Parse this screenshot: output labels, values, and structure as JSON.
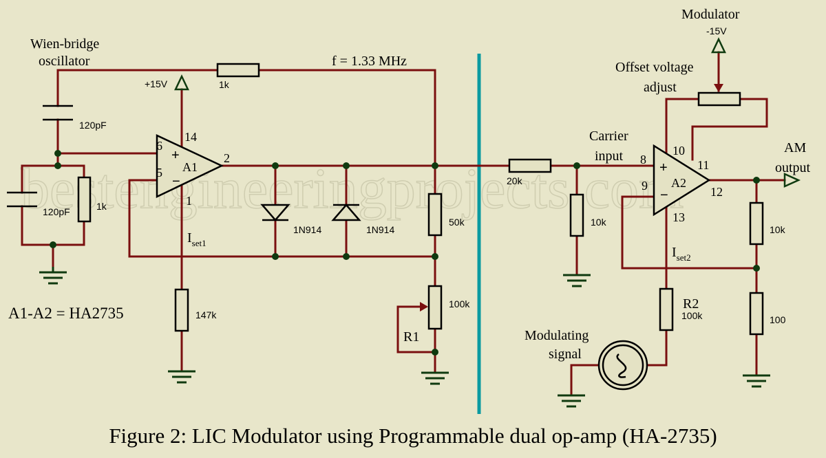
{
  "watermark": "bestengineeringprojects.com",
  "caption": "Figure 2: LIC Modulator using Programmable dual op-amp (HA-2735)",
  "colors": {
    "wire": "#7a0f0f",
    "ground": "#0f3a0f",
    "divider": "#0a9aa0",
    "background": "#e8e6ca"
  },
  "labels": {
    "wien_line1": "Wien-bridge",
    "wien_line2": "oscillator",
    "freq": "f = 1.33 MHz",
    "ic_note": "A1-A2 = HA2735",
    "carrier_line1": "Carrier",
    "carrier_line2": "input",
    "modulator": "Modulator",
    "offset_line1": "Offset voltage",
    "offset_line2": "adjust",
    "am_line1": "AM",
    "am_line2": "output",
    "mod_sig_line1": "Modulating",
    "mod_sig_line2": "signal"
  },
  "power": {
    "vpos": "+15V",
    "vneg": "-15V"
  },
  "opamps": {
    "a1": {
      "name": "A1",
      "pin_noninv": "6",
      "pin_inv": "5",
      "pin_out": "2",
      "pin_top": "14",
      "pin_bottom": "1",
      "iset": "I",
      "iset_sub": "set1"
    },
    "a2": {
      "name": "A2",
      "pin_noninv": "8",
      "pin_inv": "9",
      "pin_out": "12",
      "pin_top": "10",
      "pin_right": "11",
      "pin_bottom": "13",
      "iset": "I",
      "iset_sub": "set2"
    }
  },
  "symbols": {
    "plus": "+",
    "minus": "−"
  },
  "components": {
    "c1": "120pF",
    "c2": "120pF",
    "r_wien": "1k",
    "r_fb": "1k",
    "r_147k": "147k",
    "d1": "1N914",
    "d2": "1N914",
    "r_50k": "50k",
    "r_100k_pot": "100k",
    "r1_name": "R1",
    "r_20k": "20k",
    "r_10k_carrier": "10k",
    "r_10k_out": "10k",
    "r_100": "100",
    "r2_name": "R2",
    "r2_value": "100k"
  }
}
